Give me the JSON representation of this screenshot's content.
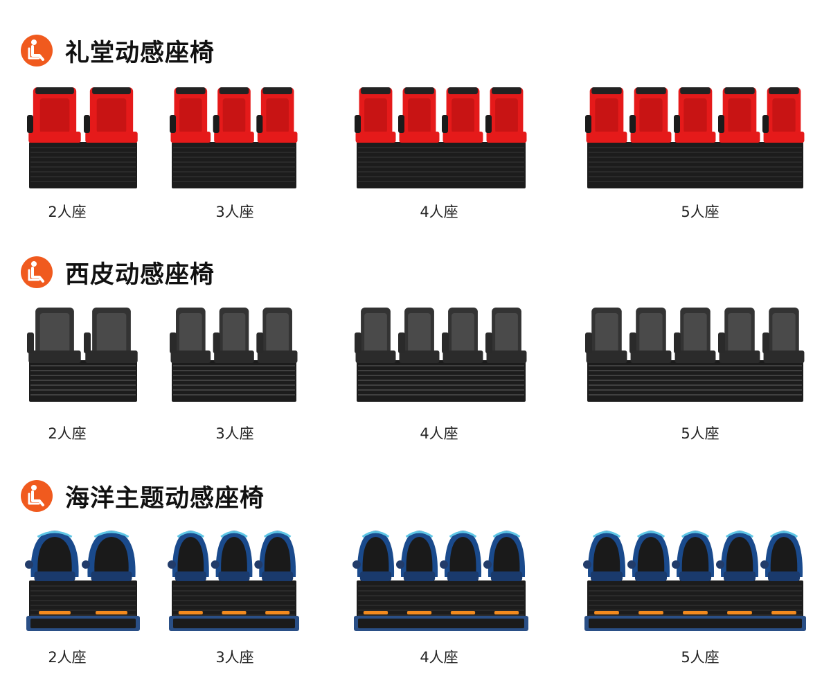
{
  "sections": [
    {
      "id": "auditorium",
      "title": "礼堂动感座椅",
      "icon": "seat-person-icon",
      "seat_color": "#e51a1a",
      "items": [
        {
          "seats": 2,
          "label": "2人座"
        },
        {
          "seats": 3,
          "label": "3人座"
        },
        {
          "seats": 4,
          "label": "4人座"
        },
        {
          "seats": 5,
          "label": "5人座"
        }
      ]
    },
    {
      "id": "leather",
      "title": "西皮动感座椅",
      "icon": "seat-person-icon",
      "seat_color": "#3a3a3a",
      "items": [
        {
          "seats": 2,
          "label": "2人座"
        },
        {
          "seats": 3,
          "label": "3人座"
        },
        {
          "seats": 4,
          "label": "4人座"
        },
        {
          "seats": 5,
          "label": "5人座"
        }
      ]
    },
    {
      "id": "ocean",
      "title": "海洋主题动感座椅",
      "icon": "seat-person-icon",
      "seat_color": "#1a4a8c",
      "items": [
        {
          "seats": 2,
          "label": "2人座"
        },
        {
          "seats": 3,
          "label": "3人座"
        },
        {
          "seats": 4,
          "label": "4人座"
        },
        {
          "seats": 5,
          "label": "5人座"
        }
      ]
    }
  ],
  "colors": {
    "icon_orange": "#f05a1e",
    "base_black": "#1c1c1c",
    "ocean_orange": "#f28a1e"
  }
}
